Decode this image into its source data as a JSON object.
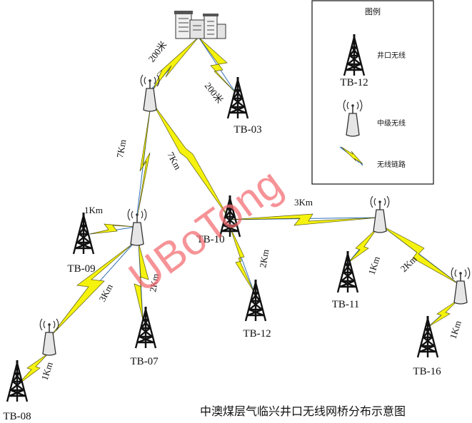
{
  "legend": {
    "title": "图例",
    "tower_label": "TB-12",
    "tower_desc": "井口无线",
    "relay_desc": "中级无线",
    "link_desc": "无线链路"
  },
  "towers": {
    "tb03": "TB-03",
    "tb09": "TB-09",
    "tb07": "TB-07",
    "tb08": "TB-08",
    "tb10": "TB-10",
    "tb12": "TB-12",
    "tb11": "TB-11",
    "tb16": "TB-16"
  },
  "distances": {
    "hq_relay1": "200米",
    "hq_tb03": "200米",
    "relay1_relay2": "7Km",
    "relay1_tb10": "7Km",
    "relay2_tb09": "1Km",
    "relay2_relay3": "3Km",
    "relay2_tb07": "2Km",
    "relay3_tb08": "1Km",
    "tb10_relay4": "3Km",
    "tb10_tb12": "2Km",
    "relay4_tb11": "1Km",
    "relay4_relay5": "2Km",
    "relay5_tb16": "1Km"
  },
  "caption": "中澳煤层气临兴井口无线网桥分布示意图",
  "watermark": "UBoTong",
  "colors": {
    "link_fill": "#f5f20e",
    "link_stroke": "#5a5a10",
    "beam": "#2f6fb6",
    "watermark": "#f26a6f"
  }
}
